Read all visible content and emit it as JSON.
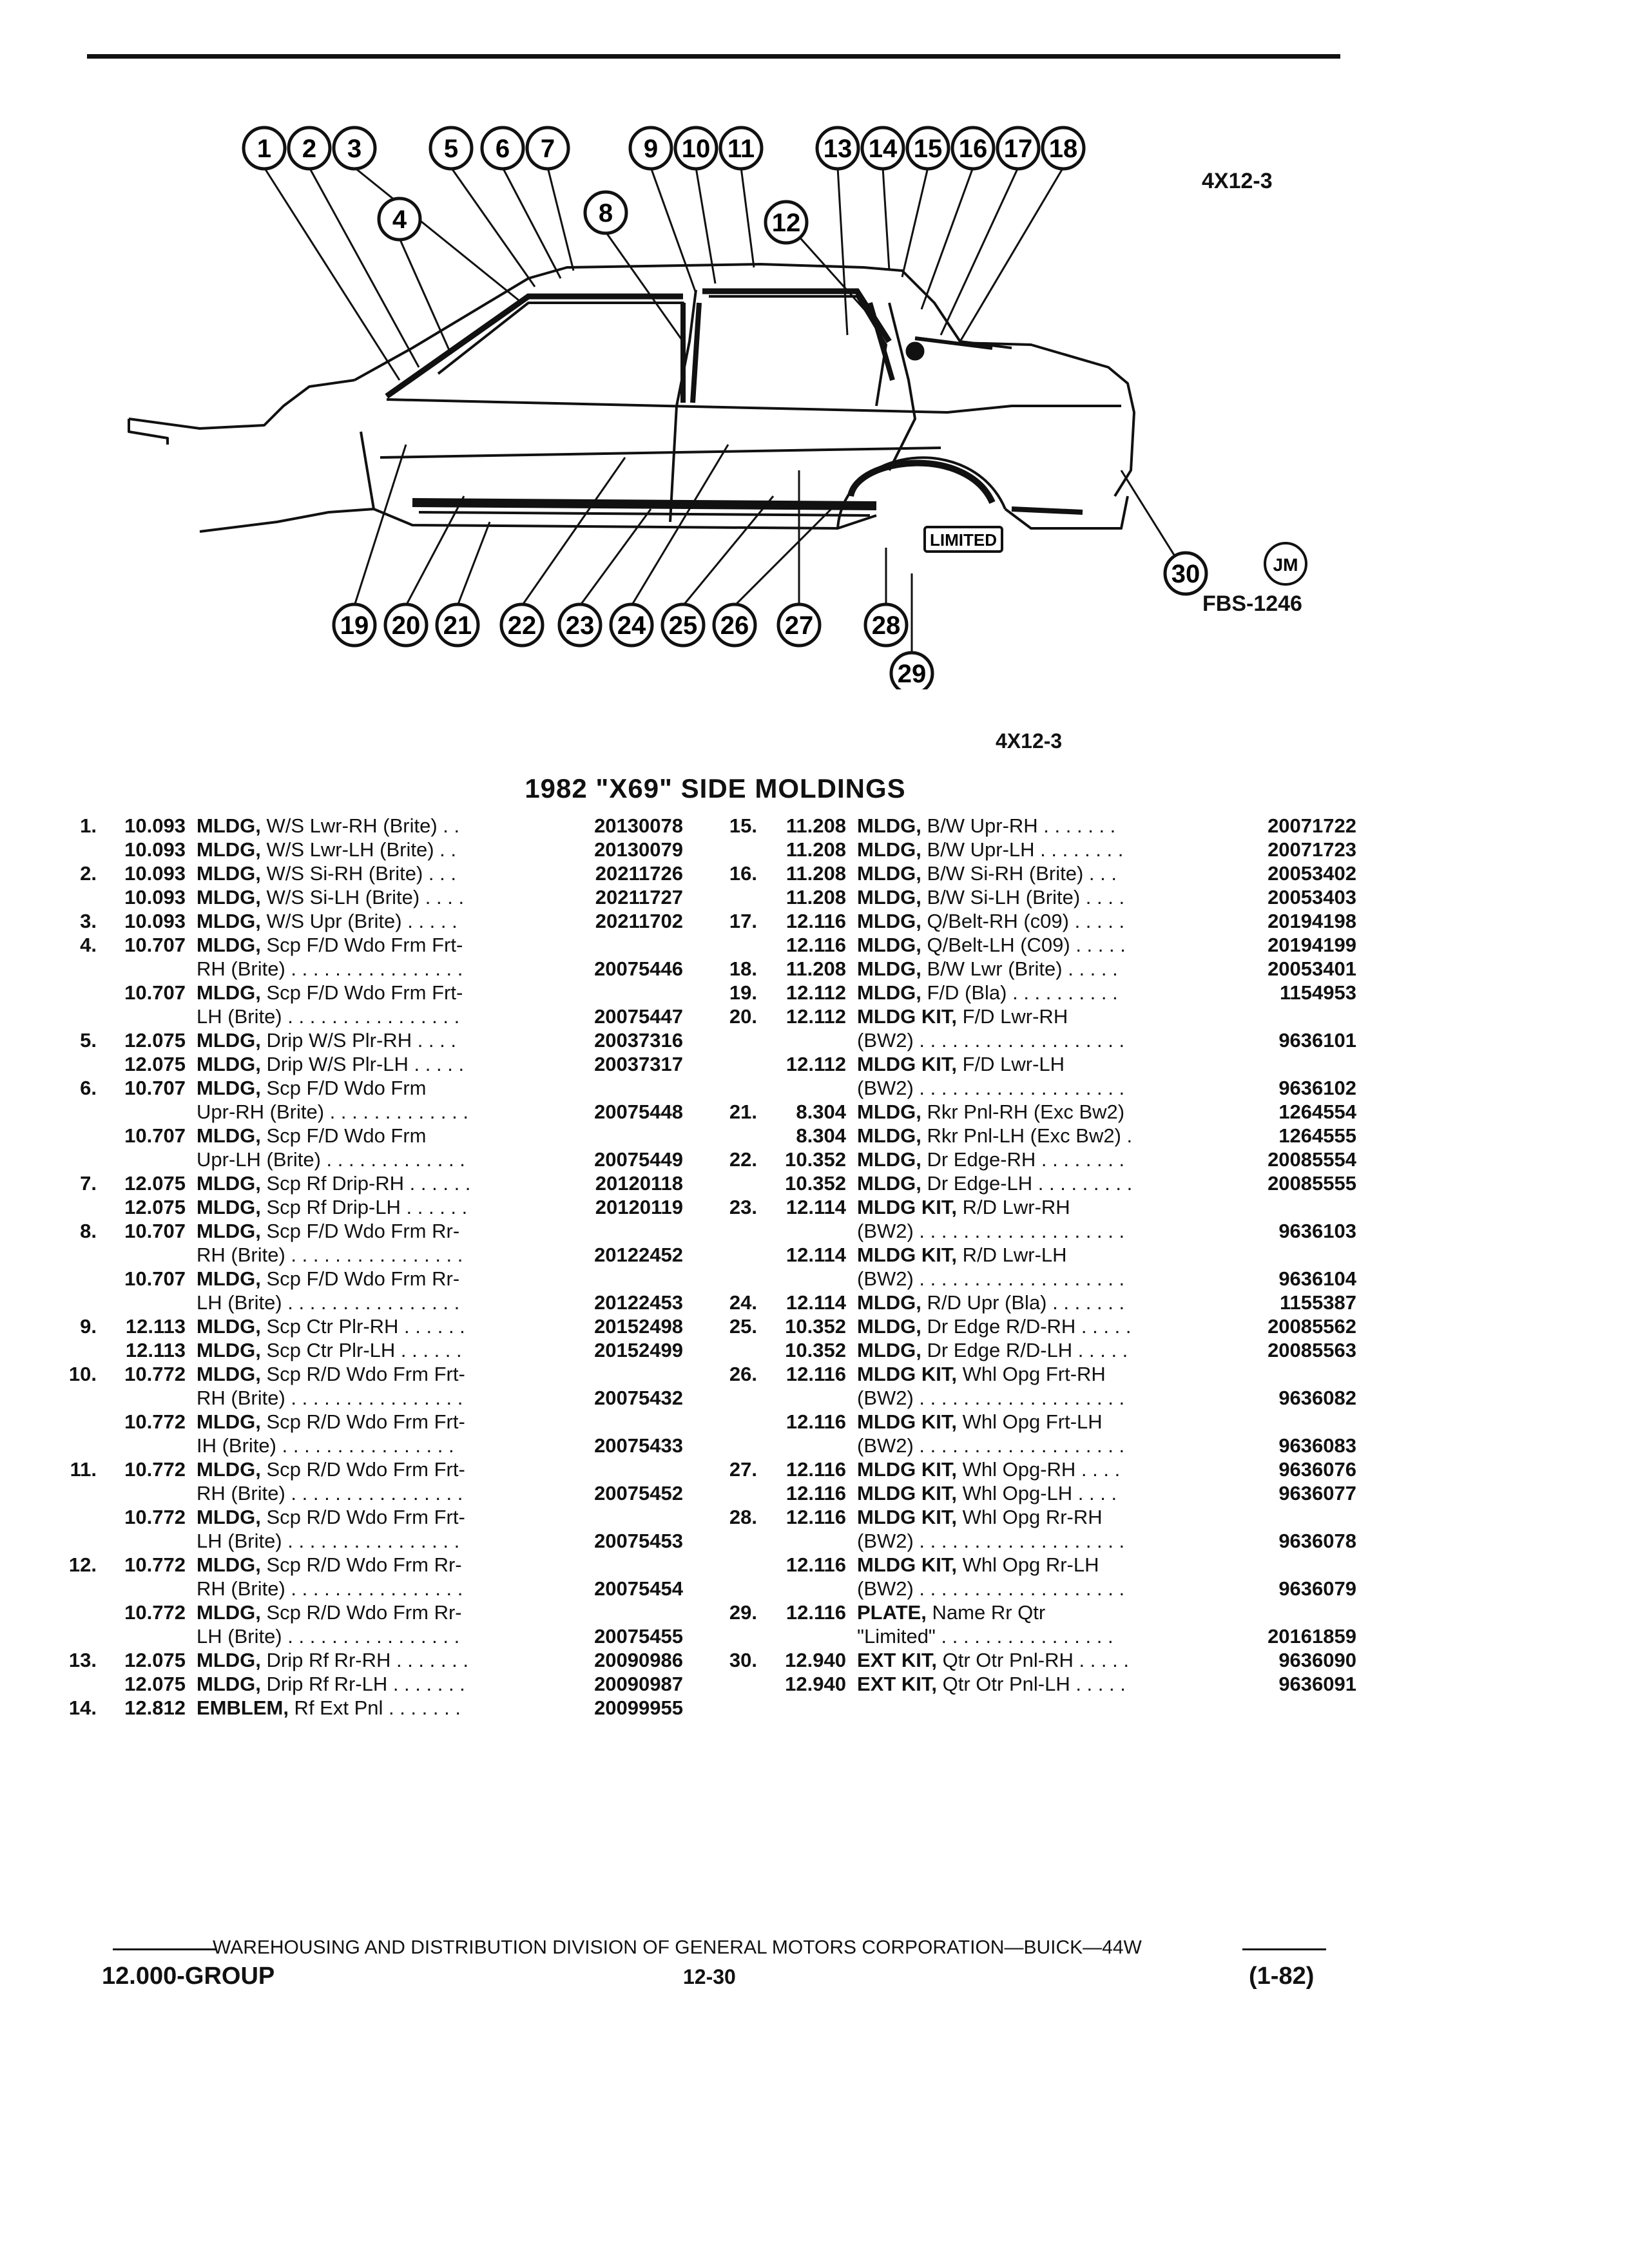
{
  "header": {
    "illustration_code": "4X12-3",
    "figure_code": "FBS-1246",
    "jm_badge": "JM",
    "caption_code": "4X12-3",
    "limited_plate": "LIMITED"
  },
  "callouts": [
    "1",
    "2",
    "3",
    "4",
    "5",
    "6",
    "7",
    "8",
    "9",
    "10",
    "11",
    "12",
    "13",
    "14",
    "15",
    "16",
    "17",
    "18",
    "19",
    "20",
    "21",
    "22",
    "23",
    "24",
    "25",
    "26",
    "27",
    "28",
    "29",
    "30"
  ],
  "title": "1982 \"X69\" SIDE MOLDINGS",
  "left_rows": [
    {
      "num": "1.",
      "grp": "10.093",
      "name": "MLDG,",
      "desc": " W/S Lwr-RH (Brite) . .",
      "pn": "20130078"
    },
    {
      "num": "",
      "grp": "10.093",
      "name": "MLDG,",
      "desc": " W/S Lwr-LH (Brite) . .",
      "pn": "20130079"
    },
    {
      "num": "2.",
      "grp": "10.093",
      "name": "MLDG,",
      "desc": " W/S Si-RH (Brite) . . .",
      "pn": "20211726"
    },
    {
      "num": "",
      "grp": "10.093",
      "name": "MLDG,",
      "desc": " W/S Si-LH (Brite) . . . .",
      "pn": "20211727"
    },
    {
      "num": "3.",
      "grp": "10.093",
      "name": "MLDG,",
      "desc": " W/S Upr (Brite) . . . . .",
      "pn": "20211702"
    },
    {
      "num": "4.",
      "grp": "10.707",
      "name": "MLDG,",
      "desc": " Scp F/D Wdo Frm Frt-",
      "pn": ""
    },
    {
      "num": "",
      "grp": "",
      "name": "",
      "desc": "RH (Brite) . . . . . . . . . . . . . . . .",
      "pn": "20075446"
    },
    {
      "num": "",
      "grp": "10.707",
      "name": "MLDG,",
      "desc": " Scp F/D Wdo Frm Frt-",
      "pn": ""
    },
    {
      "num": "",
      "grp": "",
      "name": "",
      "desc": "LH (Brite) . . . . . . . . . . . . . . . .",
      "pn": "20075447"
    },
    {
      "num": "5.",
      "grp": "12.075",
      "name": "MLDG,",
      "desc": " Drip W/S Plr-RH . . . .",
      "pn": "20037316"
    },
    {
      "num": "",
      "grp": "12.075",
      "name": "MLDG,",
      "desc": " Drip W/S Plr-LH . . . . .",
      "pn": "20037317"
    },
    {
      "num": "6.",
      "grp": "10.707",
      "name": "MLDG,",
      "desc": " Scp F/D Wdo Frm",
      "pn": ""
    },
    {
      "num": "",
      "grp": "",
      "name": "",
      "desc": "Upr-RH (Brite) . . . . . . . . . . . . .",
      "pn": "20075448"
    },
    {
      "num": "",
      "grp": "10.707",
      "name": "MLDG,",
      "desc": " Scp F/D Wdo Frm",
      "pn": ""
    },
    {
      "num": "",
      "grp": "",
      "name": "",
      "desc": "Upr-LH (Brite) . . . . . . . . . . . . .",
      "pn": "20075449"
    },
    {
      "num": "7.",
      "grp": "12.075",
      "name": "MLDG,",
      "desc": " Scp Rf Drip-RH . . . . . .",
      "pn": "20120118"
    },
    {
      "num": "",
      "grp": "12.075",
      "name": "MLDG,",
      "desc": " Scp Rf Drip-LH . . . . . .",
      "pn": "20120119"
    },
    {
      "num": "8.",
      "grp": "10.707",
      "name": "MLDG,",
      "desc": " Scp F/D Wdo Frm Rr-",
      "pn": ""
    },
    {
      "num": "",
      "grp": "",
      "name": "",
      "desc": "RH (Brite) . . . . . . . . . . . . . . . .",
      "pn": "20122452"
    },
    {
      "num": "",
      "grp": "10.707",
      "name": "MLDG,",
      "desc": " Scp F/D Wdo Frm Rr-",
      "pn": ""
    },
    {
      "num": "",
      "grp": "",
      "name": "",
      "desc": "LH (Brite) . . . . . . . . . . . . . . . .",
      "pn": "20122453"
    },
    {
      "num": "9.",
      "grp": "12.113",
      "name": "MLDG,",
      "desc": " Scp Ctr Plr-RH . . . . . .",
      "pn": "20152498"
    },
    {
      "num": "",
      "grp": "12.113",
      "name": "MLDG,",
      "desc": " Scp Ctr Plr-LH . . . . . .",
      "pn": "20152499"
    },
    {
      "num": "10.",
      "grp": "10.772",
      "name": "MLDG,",
      "desc": " Scp R/D Wdo Frm Frt-",
      "pn": ""
    },
    {
      "num": "",
      "grp": "",
      "name": "",
      "desc": "RH (Brite) . . . . . . . . . . . . . . . .",
      "pn": "20075432"
    },
    {
      "num": "",
      "grp": "10.772",
      "name": "MLDG,",
      "desc": " Scp R/D Wdo Frm Frt-",
      "pn": ""
    },
    {
      "num": "",
      "grp": "",
      "name": "",
      "desc": "IH (Brite) . . . . . . . . . . . . . . . .",
      "pn": "20075433"
    },
    {
      "num": "11.",
      "grp": "10.772",
      "name": "MLDG,",
      "desc": " Scp R/D Wdo Frm Frt-",
      "pn": ""
    },
    {
      "num": "",
      "grp": "",
      "name": "",
      "desc": "RH (Brite) . . . . . . . . . . . . . . . .",
      "pn": "20075452"
    },
    {
      "num": "",
      "grp": "10.772",
      "name": "MLDG,",
      "desc": " Scp R/D Wdo Frm Frt-",
      "pn": ""
    },
    {
      "num": "",
      "grp": "",
      "name": "",
      "desc": "LH (Brite) . . . . . . . . . . . . . . . .",
      "pn": "20075453"
    },
    {
      "num": "12.",
      "grp": "10.772",
      "name": "MLDG,",
      "desc": " Scp R/D Wdo Frm Rr-",
      "pn": ""
    },
    {
      "num": "",
      "grp": "",
      "name": "",
      "desc": "RH (Brite) . . . . . . . . . . . . . . . .",
      "pn": "20075454"
    },
    {
      "num": "",
      "grp": "10.772",
      "name": "MLDG,",
      "desc": " Scp R/D Wdo Frm Rr-",
      "pn": ""
    },
    {
      "num": "",
      "grp": "",
      "name": "",
      "desc": "LH (Brite) . . . . . . . . . . . . . . . .",
      "pn": "20075455"
    },
    {
      "num": "13.",
      "grp": "12.075",
      "name": "MLDG,",
      "desc": " Drip Rf Rr-RH . . . . . . .",
      "pn": "20090986"
    },
    {
      "num": "",
      "grp": "12.075",
      "name": "MLDG,",
      "desc": " Drip Rf Rr-LH . . . . . . .",
      "pn": "20090987"
    },
    {
      "num": "14.",
      "grp": "12.812",
      "name": "EMBLEM,",
      "desc": " Rf Ext Pnl . . . . . . .",
      "pn": "20099955"
    }
  ],
  "right_rows": [
    {
      "num": "15.",
      "grp": "11.208",
      "name": "MLDG,",
      "desc": " B/W Upr-RH . . . . . . .",
      "pn": "20071722"
    },
    {
      "num": "",
      "grp": "11.208",
      "name": "MLDG,",
      "desc": " B/W Upr-LH . . . . . . . .",
      "pn": "20071723"
    },
    {
      "num": "16.",
      "grp": "11.208",
      "name": "MLDG,",
      "desc": " B/W Si-RH (Brite) . . .",
      "pn": "20053402"
    },
    {
      "num": "",
      "grp": "11.208",
      "name": "MLDG,",
      "desc": " B/W Si-LH (Brite) . . . .",
      "pn": "20053403"
    },
    {
      "num": "17.",
      "grp": "12.116",
      "name": "MLDG,",
      "desc": " Q/Belt-RH (c09) . . . . .",
      "pn": "20194198"
    },
    {
      "num": "",
      "grp": "12.116",
      "name": "MLDG,",
      "desc": " Q/Belt-LH (C09) . . . . .",
      "pn": "20194199"
    },
    {
      "num": "18.",
      "grp": "11.208",
      "name": "MLDG,",
      "desc": " B/W Lwr (Brite) . . . . .",
      "pn": "20053401"
    },
    {
      "num": "19.",
      "grp": "12.112",
      "name": "MLDG,",
      "desc": " F/D (Bla) . . . . . . . . . .",
      "pn": "1154953"
    },
    {
      "num": "20.",
      "grp": "12.112",
      "name": "MLDG KIT,",
      "desc": " F/D Lwr-RH",
      "pn": ""
    },
    {
      "num": "",
      "grp": "",
      "name": "",
      "desc": "(BW2) . . . . . . . . . . . . . . . . . . .",
      "pn": "9636101"
    },
    {
      "num": "",
      "grp": "12.112",
      "name": "MLDG KIT,",
      "desc": " F/D Lwr-LH",
      "pn": ""
    },
    {
      "num": "",
      "grp": "",
      "name": "",
      "desc": "(BW2) . . . . . . . . . . . . . . . . . . .",
      "pn": "9636102"
    },
    {
      "num": "21.",
      "grp": "8.304",
      "name": "MLDG,",
      "desc": " Rkr Pnl-RH (Exc Bw2)",
      "pn": "1264554"
    },
    {
      "num": "",
      "grp": "8.304",
      "name": "MLDG,",
      "desc": " Rkr Pnl-LH (Exc Bw2) .",
      "pn": "1264555"
    },
    {
      "num": "22.",
      "grp": "10.352",
      "name": "MLDG,",
      "desc": " Dr Edge-RH . . . . . . . .",
      "pn": "20085554"
    },
    {
      "num": "",
      "grp": "10.352",
      "name": "MLDG,",
      "desc": " Dr Edge-LH . . . . . . . . .",
      "pn": "20085555"
    },
    {
      "num": "23.",
      "grp": "12.114",
      "name": "MLDG KIT,",
      "desc": " R/D Lwr-RH",
      "pn": ""
    },
    {
      "num": "",
      "grp": "",
      "name": "",
      "desc": "(BW2) . . . . . . . . . . . . . . . . . . .",
      "pn": "9636103"
    },
    {
      "num": "",
      "grp": "12.114",
      "name": "MLDG KIT,",
      "desc": " R/D Lwr-LH",
      "pn": ""
    },
    {
      "num": "",
      "grp": "",
      "name": "",
      "desc": "(BW2) . . . . . . . . . . . . . . . . . . .",
      "pn": "9636104"
    },
    {
      "num": "24.",
      "grp": "12.114",
      "name": "MLDG,",
      "desc": " R/D Upr (Bla) . . . . . . .",
      "pn": "1155387"
    },
    {
      "num": "25.",
      "grp": "10.352",
      "name": "MLDG,",
      "desc": " Dr Edge R/D-RH . . . . .",
      "pn": "20085562"
    },
    {
      "num": "",
      "grp": "10.352",
      "name": "MLDG,",
      "desc": " Dr Edge R/D-LH . . . . .",
      "pn": "20085563"
    },
    {
      "num": "26.",
      "grp": "12.116",
      "name": "MLDG KIT,",
      "desc": " Whl Opg Frt-RH",
      "pn": ""
    },
    {
      "num": "",
      "grp": "",
      "name": "",
      "desc": "(BW2) . . . . . . . . . . . . . . . . . . .",
      "pn": "9636082"
    },
    {
      "num": "",
      "grp": "12.116",
      "name": "MLDG KIT,",
      "desc": " Whl Opg Frt-LH",
      "pn": ""
    },
    {
      "num": "",
      "grp": "",
      "name": "",
      "desc": "(BW2) . . . . . . . . . . . . . . . . . . .",
      "pn": "9636083"
    },
    {
      "num": "27.",
      "grp": "12.116",
      "name": "MLDG KIT,",
      "desc": " Whl Opg-RH . . . .",
      "pn": "9636076"
    },
    {
      "num": "",
      "grp": "12.116",
      "name": "MLDG KIT,",
      "desc": " Whl Opg-LH . . . .",
      "pn": "9636077"
    },
    {
      "num": "28.",
      "grp": "12.116",
      "name": "MLDG KIT,",
      "desc": " Whl Opg Rr-RH",
      "pn": ""
    },
    {
      "num": "",
      "grp": "",
      "name": "",
      "desc": "(BW2) . . . . . . . . . . . . . . . . . . .",
      "pn": "9636078"
    },
    {
      "num": "",
      "grp": "12.116",
      "name": "MLDG KIT,",
      "desc": " Whl Opg Rr-LH",
      "pn": ""
    },
    {
      "num": "",
      "grp": "",
      "name": "",
      "desc": "(BW2) . . . . . . . . . . . . . . . . . . .",
      "pn": "9636079"
    },
    {
      "num": "29.",
      "grp": "12.116",
      "name": "PLATE,",
      "desc": " Name Rr Qtr",
      "pn": ""
    },
    {
      "num": "",
      "grp": "",
      "name": "",
      "desc": "\"Limited\" . . . . . . . . . . . . . . . .",
      "pn": "20161859"
    },
    {
      "num": "30.",
      "grp": "12.940",
      "name": "EXT KIT,",
      "desc": " Qtr Otr Pnl-RH . . . . .",
      "pn": "9636090"
    },
    {
      "num": "",
      "grp": "12.940",
      "name": "EXT KIT,",
      "desc": " Qtr Otr Pnl-LH . . . . .",
      "pn": "9636091"
    }
  ],
  "footer": {
    "text": "WAREHOUSING AND DISTRIBUTION DIVISION OF GENERAL MOTORS CORPORATION—BUICK—44W",
    "group": "12.000-GROUP",
    "page": "12-30",
    "date": "(1-82)"
  }
}
